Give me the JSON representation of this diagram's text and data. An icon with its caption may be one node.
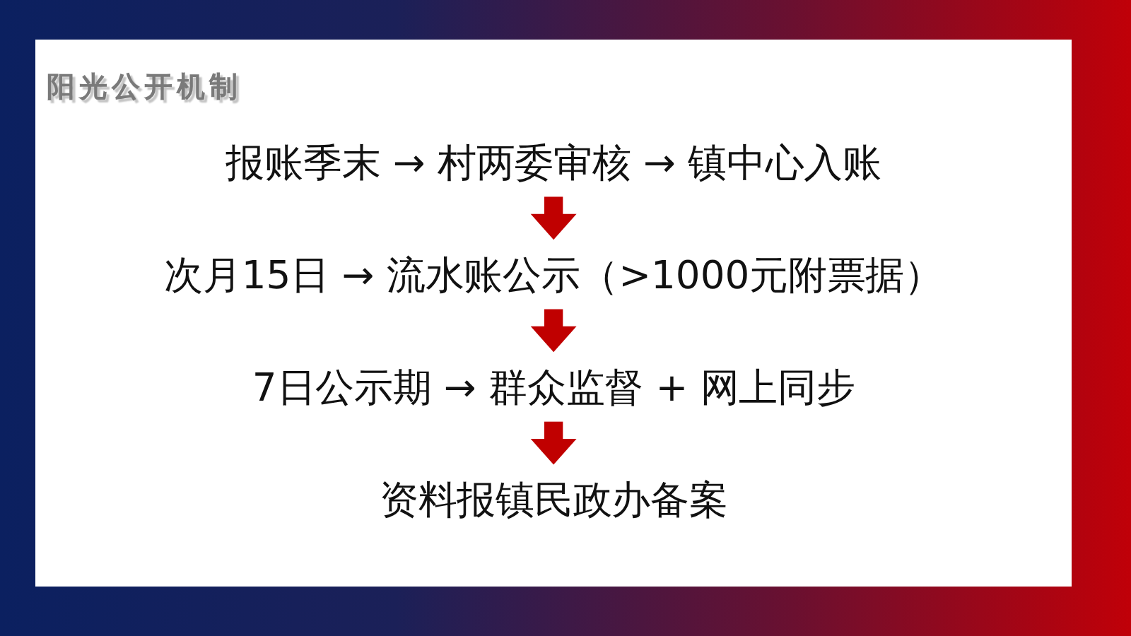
{
  "diagram": {
    "title": "阳光公开机制",
    "nodes": [
      {
        "text": [
          "报账季末 → 村两委审核 → 镇中心入账"
        ]
      },
      {
        "text": [
          "次月15日 → 流水账公示（>1000元附票据）"
        ]
      },
      {
        "text": [
          "7日公示期 → 群众监督 + 网上同步"
        ]
      },
      {
        "text": [
          "资料报镇民政办备案"
        ]
      }
    ],
    "edges": [
      {
        "from": 0,
        "to": 1,
        "arrow": "to",
        "color": "#c00000"
      },
      {
        "from": 1,
        "to": 2,
        "arrow": "to",
        "color": "#c00000"
      },
      {
        "from": 2,
        "to": 3,
        "arrow": "to",
        "color": "#c00000"
      }
    ]
  }
}
